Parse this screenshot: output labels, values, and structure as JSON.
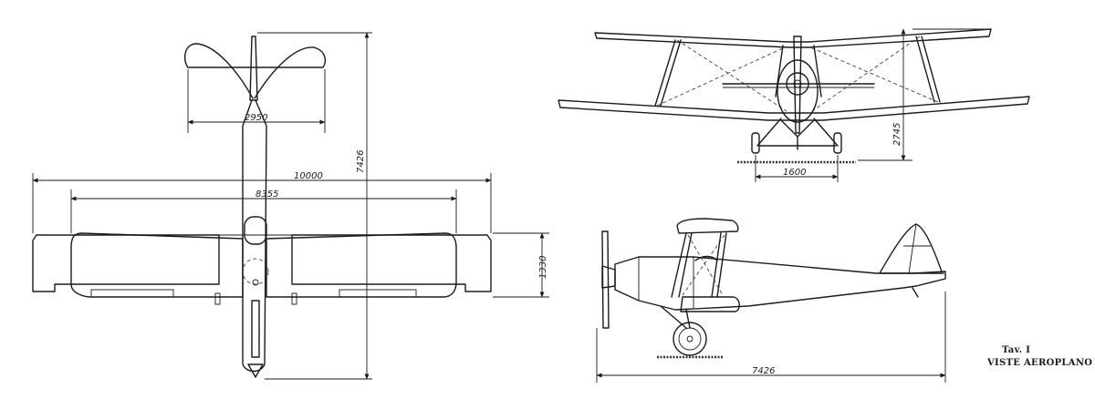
{
  "dimensions": {
    "tailplane_span": "2950",
    "upper_span": "10000",
    "lower_span": "8355",
    "chord": "1330",
    "length_plan": "7426",
    "height": "2745",
    "track": "1600",
    "length_side": "7426"
  },
  "caption": {
    "plate": "Tav. I",
    "title": "VISTE AEROPLANO"
  }
}
